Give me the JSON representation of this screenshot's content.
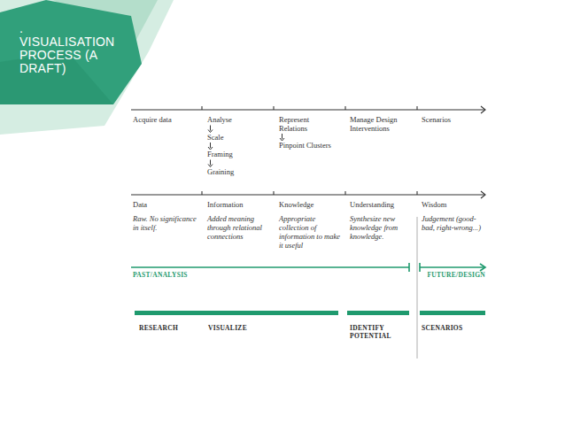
{
  "diagram": {
    "title": "VISUALISATION PROCESS (A DRAFT)",
    "labels": [
      ".",
      "Acquire data",
      "Analyse",
      "Scale",
      "Framing",
      "Graining",
      "Represent Relations",
      "Pinpoint Clusters",
      "Manage Design Interventions",
      "Scenarios",
      "Data",
      "Raw. No significance in itself.",
      "Information",
      "Added meaning through relational connections",
      "Knowledge",
      "Appropriate collection of information to make it useful",
      "Understanding",
      "Synthesize new knowledge from knowledge.",
      "Wisdom",
      "Judgement (good-bad, right-wrong...)",
      "PAST/ANALYSIS",
      "FUTURE/DESIGN",
      "RESEARCH",
      "VISUALIZE",
      "IDENTIFY POTENTIAL",
      "SCENARIOS"
    ]
  }
}
